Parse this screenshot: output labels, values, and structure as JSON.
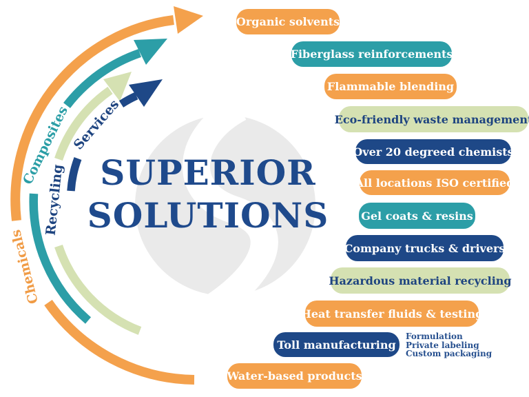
{
  "title": {
    "line1": "SUPERIOR",
    "line2": "SOLUTIONS"
  },
  "categories": [
    {
      "label": "Chemicals",
      "color": "#F4A14C"
    },
    {
      "label": "Composites",
      "color": "#2C9EA7"
    },
    {
      "label": "Recycling",
      "color": "#D5E1B2"
    },
    {
      "label": "Services",
      "color": "#1E4887"
    }
  ],
  "pills": [
    {
      "label": "Organic solvents",
      "color": "orange"
    },
    {
      "label": "Fiberglass reinforcements",
      "color": "teal"
    },
    {
      "label": "Flammable blending",
      "color": "orange"
    },
    {
      "label": "Eco-friendly waste management",
      "color": "green"
    },
    {
      "label": "Over 20 degreed chemists",
      "color": "navy"
    },
    {
      "label": "All locations ISO certified",
      "color": "orange"
    },
    {
      "label": "Gel coats & resins",
      "color": "teal"
    },
    {
      "label": "Company trucks & drivers",
      "color": "navy"
    },
    {
      "label": "Hazardous material recycling",
      "color": "green"
    },
    {
      "label": "Heat transfer fluids & testing",
      "color": "orange"
    },
    {
      "label": "Toll manufacturing",
      "color": "navy"
    },
    {
      "label": "Water-based products",
      "color": "orange"
    }
  ],
  "toll_details": [
    "Formulation",
    "Private labeling",
    "Custom packaging"
  ],
  "colors": {
    "orange": "#F4A14C",
    "teal": "#2C9EA7",
    "green": "#D5E1B2",
    "navy": "#1E4887",
    "title_navy": "#1F4A8C",
    "logo_gray": "#EAEAEA"
  }
}
